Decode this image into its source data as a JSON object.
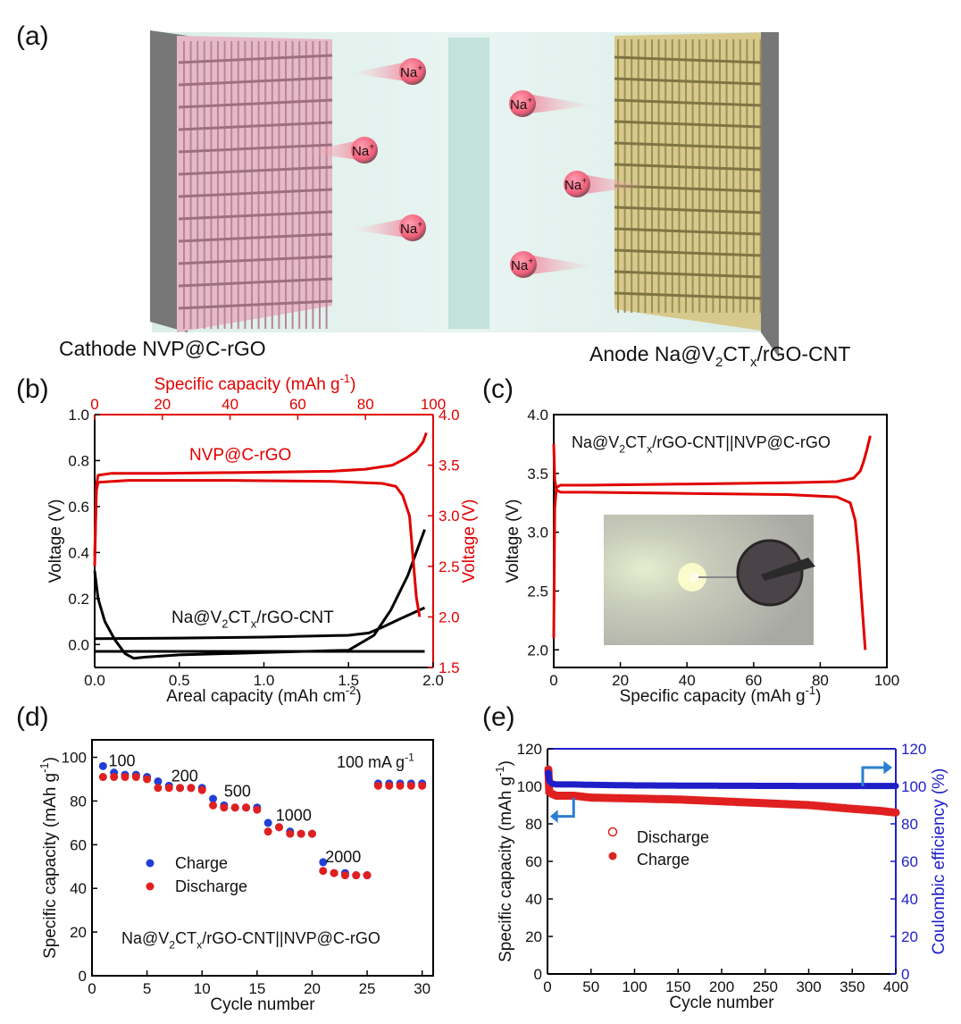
{
  "panel_a": {
    "label": "(a)",
    "ion": "Na",
    "ion_charge": "+",
    "cathode_label": "Cathode NVP@C-rGO",
    "anode_label_pre": "Anode Na@V",
    "anode_sub1": "2",
    "anode_mid": "CT",
    "anode_sub2": "x",
    "anode_post": "/rGO-CNT",
    "colors": {
      "cathode": "#e6b9c8",
      "anode": "#d6c98b",
      "ion": "#f0607a",
      "separator": "#c9e6e0"
    }
  },
  "chart_data": [
    {
      "panel": "(b)",
      "type": "line",
      "colors": {
        "primary": "#000000",
        "secondary": "#e00000"
      },
      "x_bottom": {
        "label": "Areal capacity (mAh cm",
        "label_sup": "-2",
        "label_end": ")",
        "range": [
          0,
          2.0
        ],
        "ticks": [
          0.0,
          0.5,
          1.0,
          1.5,
          2.0
        ],
        "tick_labels": [
          "0.0",
          "0.5",
          "1.0",
          "1.5",
          "2.0"
        ]
      },
      "x_top": {
        "label": "Specific capacity (mAh g",
        "label_sup": "-1",
        "label_end": ")",
        "range": [
          0,
          100
        ],
        "ticks": [
          0,
          20,
          40,
          60,
          80,
          100
        ],
        "tick_labels": [
          "0",
          "20",
          "40",
          "60",
          "80",
          "100"
        ]
      },
      "y_left": {
        "label": "Voltage (V)",
        "range": [
          -0.1,
          1.0
        ],
        "ticks": [
          0.0,
          0.2,
          0.4,
          0.6,
          0.8,
          1.0
        ],
        "tick_labels": [
          "0.0",
          "0.2",
          "0.4",
          "0.6",
          "0.8",
          "1.0"
        ]
      },
      "y_right": {
        "label": "Voltage (V)",
        "range": [
          1.5,
          4.0
        ],
        "ticks": [
          1.5,
          2.0,
          2.5,
          3.0,
          3.5,
          4.0
        ],
        "tick_labels": [
          "1.5",
          "2.0",
          "2.5",
          "3.0",
          "3.5",
          "4.0"
        ]
      },
      "annotations": {
        "red": "NVP@C-rGO",
        "black_pre": "Na@V",
        "black_sub1": "2",
        "black_mid": "CT",
        "black_sub2": "x",
        "black_post": "/rGO-CNT"
      },
      "series": [
        {
          "axis": "bottom-left",
          "color": "#000000",
          "x": [
            0.0,
            0.02,
            0.06,
            0.12,
            0.18,
            0.23,
            0.3,
            0.5,
            1.0,
            1.5,
            1.65,
            1.75,
            1.85,
            1.95
          ],
          "y": [
            0.32,
            0.2,
            0.1,
            0.02,
            -0.04,
            -0.06,
            -0.055,
            -0.045,
            -0.035,
            -0.025,
            0.04,
            0.15,
            0.3,
            0.5
          ]
        },
        {
          "axis": "bottom-left",
          "color": "#000000",
          "x": [
            0.0,
            0.5,
            1.0,
            1.5,
            1.62,
            1.7,
            1.8,
            1.95
          ],
          "y": [
            0.025,
            0.028,
            0.032,
            0.04,
            0.05,
            0.075,
            0.11,
            0.16
          ]
        },
        {
          "axis": "bottom-left",
          "color": "#000000",
          "x": [
            0.0,
            1.95
          ],
          "y": [
            -0.03,
            -0.03
          ]
        },
        {
          "axis": "top-right",
          "color": "#e00000",
          "x": [
            0,
            0.5,
            1,
            5,
            20,
            50,
            70,
            80,
            88,
            92,
            95,
            97,
            98
          ],
          "y": [
            2.5,
            3.3,
            3.4,
            3.42,
            3.42,
            3.43,
            3.44,
            3.46,
            3.5,
            3.57,
            3.64,
            3.73,
            3.82
          ]
        },
        {
          "axis": "top-right",
          "color": "#e00000",
          "x": [
            0,
            0.5,
            1,
            10,
            40,
            70,
            85,
            89,
            91,
            93,
            94,
            95,
            96
          ],
          "y": [
            2.6,
            3.25,
            3.33,
            3.35,
            3.35,
            3.34,
            3.32,
            3.29,
            3.2,
            3.0,
            2.6,
            2.2,
            2.0
          ]
        }
      ]
    },
    {
      "panel": "(c)",
      "type": "line",
      "x": {
        "label": "Specific capacity (mAh g",
        "label_sup": "-1",
        "label_end": ")",
        "range": [
          0,
          100
        ],
        "ticks": [
          0,
          20,
          40,
          60,
          80,
          100
        ],
        "tick_labels": [
          "0",
          "20",
          "40",
          "60",
          "80",
          "100"
        ]
      },
      "y": {
        "label": "Voltage (V)",
        "range": [
          1.85,
          4.0
        ],
        "ticks": [
          2.0,
          2.5,
          3.0,
          3.5,
          4.0
        ],
        "tick_labels": [
          "2.0",
          "2.5",
          "3.0",
          "3.5",
          "4.0"
        ]
      },
      "annotation": {
        "pre": "Na@V",
        "sub1": "2",
        "mid": "CT",
        "sub2": "x",
        "post": "/rGO-CNT||NVP@C-rGO"
      },
      "series": [
        {
          "color": "#e00000",
          "x": [
            0,
            0.3,
            0.8,
            2,
            10,
            40,
            70,
            85,
            90,
            92,
            93,
            94,
            95
          ],
          "y": [
            2.1,
            3.2,
            3.38,
            3.4,
            3.4,
            3.41,
            3.42,
            3.43,
            3.46,
            3.52,
            3.6,
            3.7,
            3.82
          ]
        },
        {
          "color": "#e00000",
          "x": [
            0,
            0.3,
            0.8,
            2,
            10,
            40,
            70,
            85,
            89,
            90.5,
            91.5,
            92.5,
            93.5
          ],
          "y": [
            3.75,
            3.45,
            3.36,
            3.34,
            3.34,
            3.33,
            3.32,
            3.3,
            3.25,
            3.1,
            2.8,
            2.4,
            2.0
          ]
        }
      ]
    },
    {
      "panel": "(d)",
      "type": "scatter",
      "x": {
        "label": "Cycle number",
        "range": [
          0,
          31
        ],
        "ticks": [
          0,
          5,
          10,
          15,
          20,
          25,
          30
        ],
        "tick_labels": [
          "0",
          "5",
          "10",
          "15",
          "20",
          "25",
          "30"
        ]
      },
      "y": {
        "label": "Specific capacity (mAh g",
        "label_sup": "-1",
        "label_end": ")",
        "range": [
          0,
          108
        ],
        "ticks": [
          0,
          20,
          40,
          60,
          80,
          100
        ],
        "tick_labels": [
          "0",
          "20",
          "40",
          "60",
          "80",
          "100"
        ]
      },
      "rate_labels": [
        {
          "text": "100",
          "x": 1.5,
          "y": 96
        },
        {
          "text": "200",
          "x": 7.2,
          "y": 89
        },
        {
          "text": "500",
          "x": 12.0,
          "y": 82
        },
        {
          "text": "1000",
          "x": 16.7,
          "y": 71
        },
        {
          "text": "2000",
          "x": 21.2,
          "y": 52
        }
      ],
      "rate_top": {
        "pre": "100 mA g",
        "sup": "-1"
      },
      "legend": [
        "Charge",
        "Discharge"
      ],
      "annotation": {
        "pre": "Na@V",
        "sub1": "2",
        "mid": "CT",
        "sub2": "x",
        "post": "/rGO-CNT||NVP@C-rGO"
      },
      "series": [
        {
          "name": "Charge",
          "color": "#1f3fd6",
          "x": [
            1,
            2,
            3,
            4,
            5,
            6,
            7,
            8,
            9,
            10,
            11,
            12,
            13,
            14,
            15,
            16,
            17,
            18,
            19,
            20,
            21,
            22,
            23,
            24,
            25,
            26,
            27,
            28,
            29,
            30
          ],
          "y": [
            96,
            93,
            92,
            92,
            91,
            89,
            87,
            86,
            86,
            86,
            81,
            78,
            77,
            77,
            77,
            70,
            68,
            66,
            65,
            65,
            52,
            47,
            47,
            46,
            46,
            88,
            88,
            88,
            88,
            88
          ]
        },
        {
          "name": "Discharge",
          "color": "#e02020",
          "x": [
            1,
            2,
            3,
            4,
            5,
            6,
            7,
            8,
            9,
            10,
            11,
            12,
            13,
            14,
            15,
            16,
            17,
            18,
            19,
            20,
            21,
            22,
            23,
            24,
            25,
            26,
            27,
            28,
            29,
            30
          ],
          "y": [
            91,
            91,
            91,
            91,
            90,
            86,
            86,
            86,
            86,
            85,
            78,
            77,
            77,
            77,
            76,
            66,
            68,
            65,
            65,
            65,
            48,
            47,
            46,
            46,
            46,
            87,
            87,
            87,
            87,
            87
          ]
        }
      ]
    },
    {
      "panel": "(e)",
      "type": "scatter",
      "x": {
        "label": "Cycle number",
        "range": [
          0,
          400
        ],
        "ticks": [
          0,
          50,
          100,
          150,
          200,
          250,
          300,
          350,
          400
        ],
        "tick_labels": [
          "0",
          "50",
          "100",
          "150",
          "200",
          "250",
          "300",
          "350",
          "400"
        ]
      },
      "y_left": {
        "label": "Specific capacity (mAh g",
        "label_sup": "-1",
        "label_end": ")",
        "range": [
          0,
          120
        ],
        "ticks": [
          0,
          20,
          40,
          60,
          80,
          100,
          120
        ],
        "tick_labels": [
          "0",
          "20",
          "40",
          "60",
          "80",
          "100",
          "120"
        ]
      },
      "y_right": {
        "label": "Coulombic efficiency (%)",
        "range": [
          0,
          120
        ],
        "ticks": [
          0,
          20,
          40,
          60,
          80,
          100,
          120
        ],
        "tick_labels": [
          "0",
          "20",
          "40",
          "60",
          "80",
          "100",
          "120"
        ]
      },
      "legend": [
        "Discharge",
        "Charge"
      ],
      "colors": {
        "capacity": "#e02020",
        "efficiency": "#1f1fc8",
        "arrow": "#2b7fd0",
        "axis_right": "#1f1fc8"
      },
      "series": [
        {
          "name": "Capacity",
          "color": "#e02020",
          "x": [
            1,
            2,
            5,
            10,
            30,
            50,
            100,
            150,
            200,
            250,
            300,
            350,
            380,
            400
          ],
          "y": [
            109,
            97,
            96,
            95,
            95,
            94,
            93.5,
            93,
            92,
            91,
            90,
            88,
            87,
            86
          ]
        },
        {
          "name": "Coulombic efficiency",
          "color": "#1f1fc8",
          "x": [
            1,
            2,
            5,
            10,
            30,
            50,
            100,
            200,
            300,
            400
          ],
          "y": [
            107,
            103,
            101.5,
            101,
            101,
            100.8,
            100.5,
            100.3,
            100.2,
            100.2
          ]
        }
      ]
    }
  ]
}
